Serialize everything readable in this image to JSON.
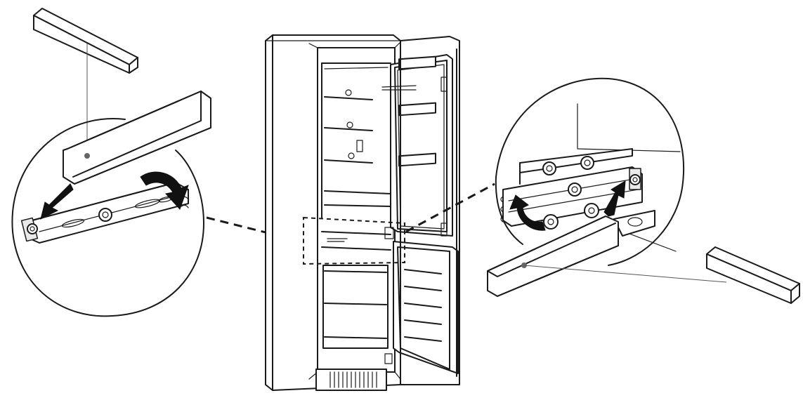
{
  "figure": {
    "type": "installation-diagram",
    "panels": [
      {
        "id": "left-detail",
        "icon": "magnifier-circle-icon"
      },
      {
        "id": "center-appliance",
        "icon": "fridge-freezer-icon"
      },
      {
        "id": "right-detail",
        "icon": "magnifier-circle-icon"
      }
    ],
    "colors": {
      "line": "#1a1a1a",
      "background": "#ffffff",
      "arrow": "#111111"
    }
  }
}
